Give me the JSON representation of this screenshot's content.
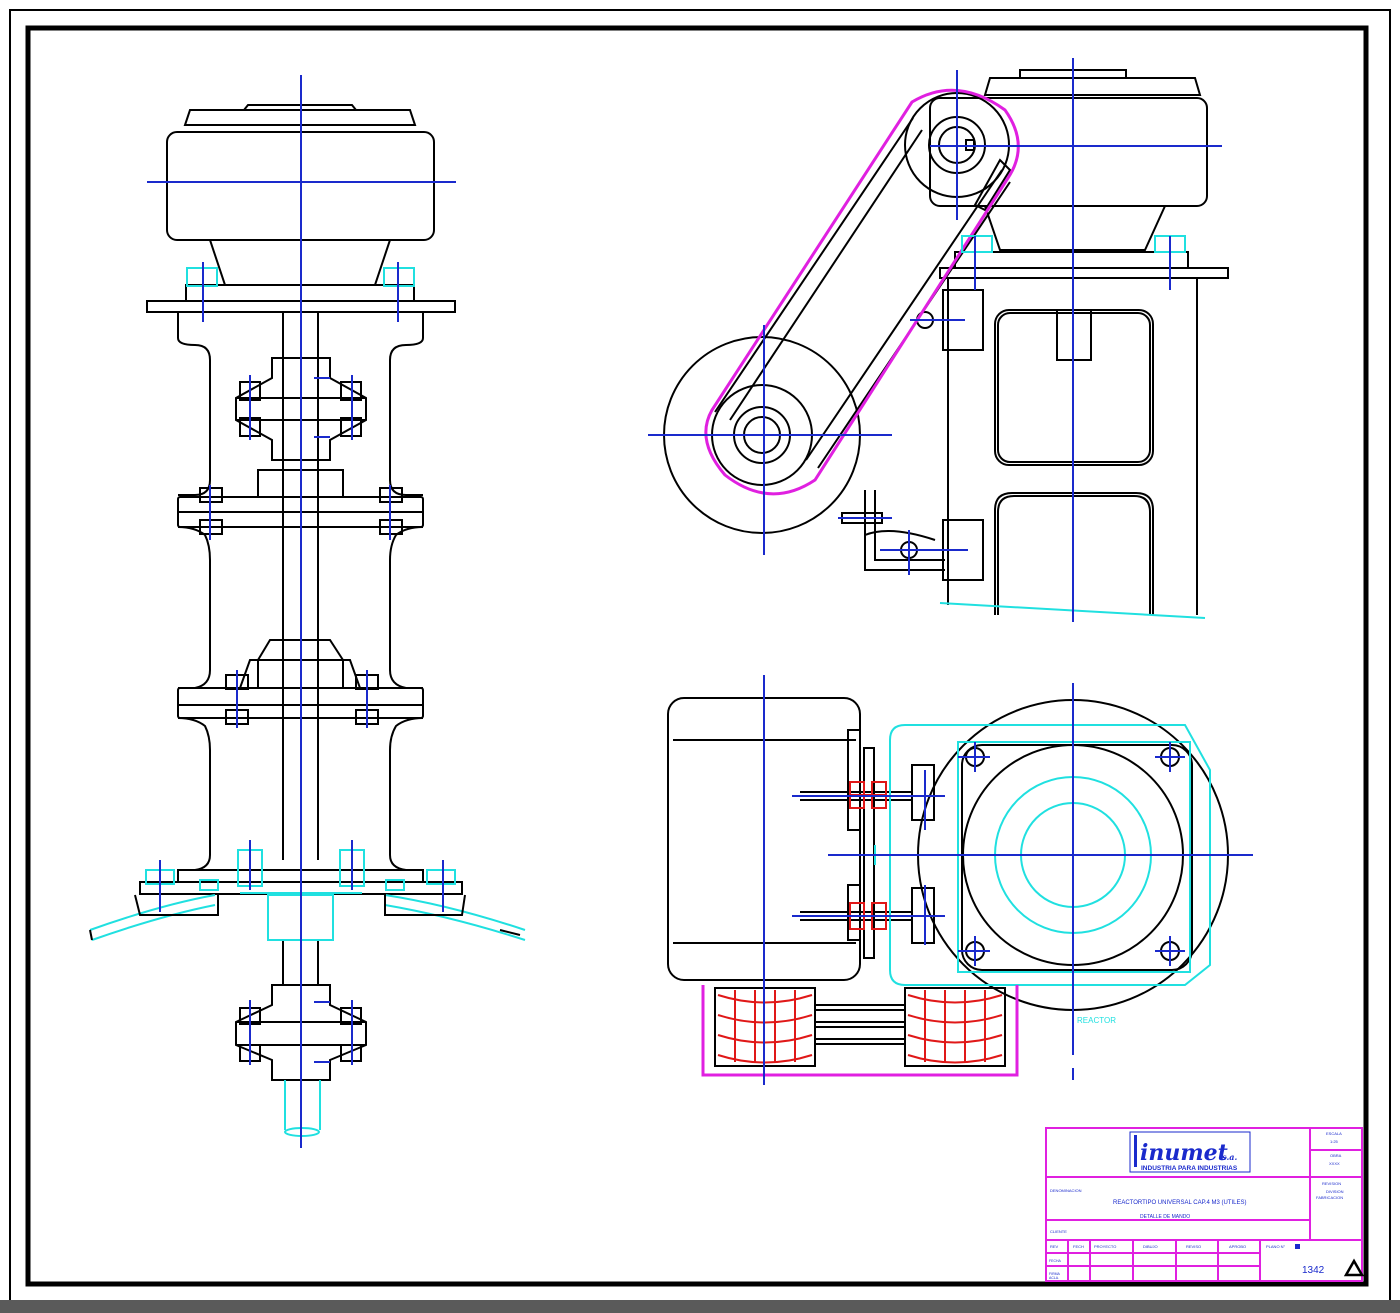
{
  "colors": {
    "outline": "#000000",
    "centerline": "#1a2acc",
    "pulley_belt": "#e020e0",
    "hidden": "#20e0e0",
    "coupling": "#e01818",
    "text": "#1a2acc"
  },
  "title_block": {
    "logo": {
      "name": "inumet",
      "suffix": "s.a.",
      "tagline": "INDUSTRIA PARA INDUSTRIAS"
    },
    "escala_label": "ESCALA",
    "escala_value": "1:25",
    "obra_label": "OBRA",
    "obra_value": "XXXX",
    "revision_label": "REVISION",
    "division_label": "DIVISION",
    "fabricacion_label": "FABRICACION",
    "denominacion_label": "DENOMINACION",
    "denominacion_value": "REACTORTIPO UNIVERSAL CAP.4 M3 (UTILES)",
    "detalle": "DETALLE DE MANDO",
    "cliente_label": "CLIENTE",
    "headers": [
      "REV",
      "FECH",
      "PROYECTO",
      "DIBUJO",
      "REVISO",
      "APROBO"
    ],
    "row_labels": [
      "FECHA",
      "FIRMA",
      "ACLA."
    ],
    "plano_label": "PLANO N°",
    "plano_number": "1342"
  },
  "annotations": {
    "reactor_label": "REACTOR"
  }
}
